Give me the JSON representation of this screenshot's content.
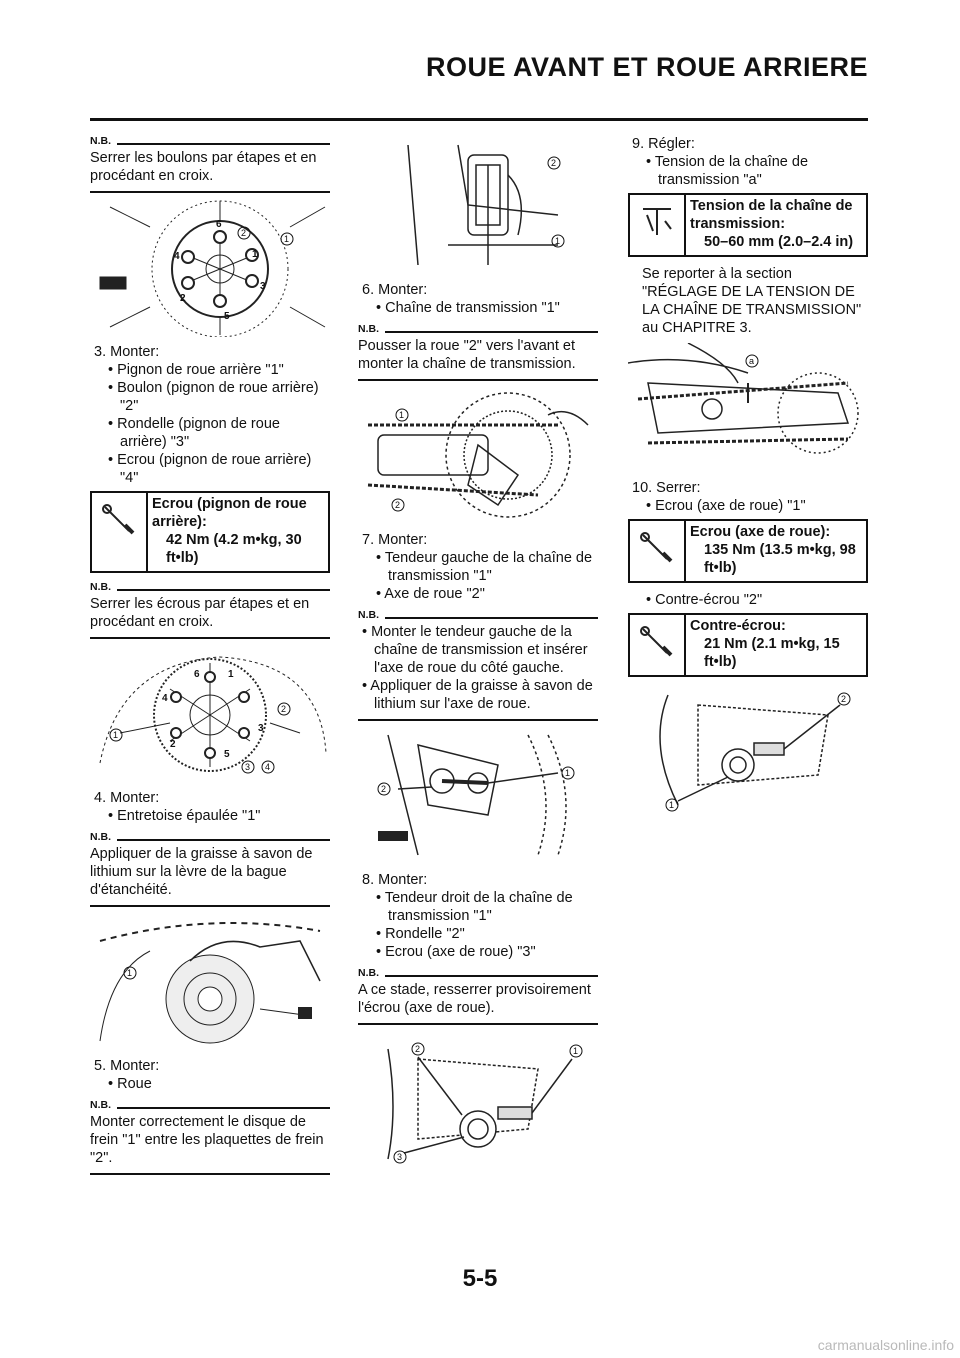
{
  "header": {
    "title": "ROUE AVANT ET ROUE ARRIERE"
  },
  "nb_label": "N.B.",
  "col1": {
    "nb1": "Serrer les boulons par étapes et en procédant en croix.",
    "step3": {
      "title": "3. Monter:",
      "items": [
        "• Pignon de roue arrière \"1\"",
        "• Boulon (pignon de roue arrière) \"2\"",
        "• Rondelle (pignon de roue arrière) \"3\"",
        "• Ecrou (pignon de roue arrière) \"4\""
      ]
    },
    "spec1": {
      "label": "Ecrou (pignon de roue arrière):",
      "value": "42 Nm (4.2 m•kg, 30 ft•lb)"
    },
    "nb2": "Serrer les écrous par étapes et en procédant en croix.",
    "step4": {
      "title": "4. Monter:",
      "items": [
        "• Entretoise épaulée \"1\""
      ]
    },
    "nb3": "Appliquer de la graisse à savon de lithium sur la lèvre de la bague d'étanchéité.",
    "step5": {
      "title": "5. Monter:",
      "items": [
        "• Roue"
      ]
    },
    "nb4": "Monter correctement le disque de frein \"1\" entre les plaquettes de frein \"2\"."
  },
  "col2": {
    "step6": {
      "title": "6. Monter:",
      "items": [
        "• Chaîne de transmission \"1\""
      ]
    },
    "nb5": "Pousser la roue \"2\" vers l'avant et monter la chaîne de transmission.",
    "step7": {
      "title": "7. Monter:",
      "items": [
        "• Tendeur gauche de la chaîne de transmission \"1\"",
        "• Axe de roue \"2\""
      ]
    },
    "nb6": [
      "• Monter le tendeur gauche de la chaîne de transmission et insérer l'axe de roue du côté gauche.",
      "• Appliquer de la graisse à savon de lithium sur l'axe de roue."
    ],
    "step8": {
      "title": "8. Monter:",
      "items": [
        "• Tendeur droit de la chaîne de transmission \"1\"",
        "• Rondelle \"2\"",
        "• Ecrou (axe de roue) \"3\""
      ]
    },
    "nb7": "A ce stade, resserrer provisoirement l'écrou (axe de roue)."
  },
  "col3": {
    "step9": {
      "title": "9. Régler:",
      "items": [
        "• Tension de la chaîne de transmission \"a\""
      ]
    },
    "spec2": {
      "label": "Tension de la chaîne de transmission:",
      "value": "50–60 mm (2.0–2.4 in)"
    },
    "ref": "Se reporter à la section \"RÉGLAGE DE LA TENSION DE LA CHAÎNE DE TRANSMISSION\" au CHAPITRE 3.",
    "step10": {
      "title": "10. Serrer:",
      "items": [
        "• Ecrou (axe de roue) \"1\""
      ]
    },
    "spec3": {
      "label": "Ecrou (axe de roue):",
      "value": "135 Nm (13.5 m•kg, 98 ft•lb)"
    },
    "item_contre": "• Contre-écrou \"2\"",
    "spec4": {
      "label": "Contre-écrou:",
      "value": "21 Nm (2.1 m•kg, 15 ft•lb)"
    }
  },
  "footer": {
    "page": "5-5",
    "watermark": "carmanualsonline.info"
  }
}
